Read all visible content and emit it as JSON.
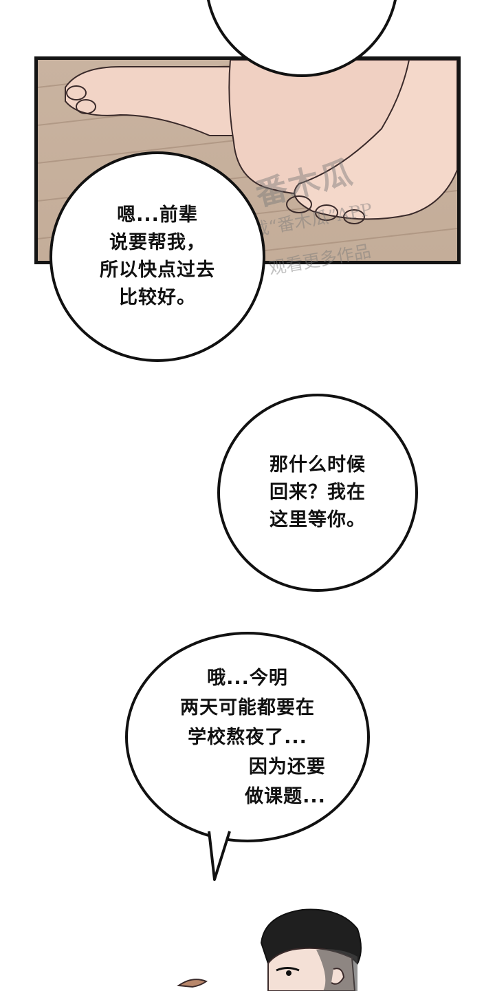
{
  "bubbles": [
    {
      "lines": [
        "嗯...前辈",
        "说要帮我，",
        "所以快点过去",
        "比较好。"
      ]
    },
    {
      "lines": [
        "那什么时候",
        "回来？我在",
        "这里等你。"
      ]
    },
    {
      "lines": [
        "哦...今明",
        "两天可能都要在",
        "学校熬夜了...",
        "因为还要",
        "做课题..."
      ]
    }
  ],
  "watermark": {
    "logo_text": "番木瓜",
    "line1": "下载“番木瓜”APP",
    "line2": "观看更多作品"
  },
  "colors": {
    "border": "#111111",
    "floor": "#c4ad99",
    "skin": "#f2d4c6"
  }
}
